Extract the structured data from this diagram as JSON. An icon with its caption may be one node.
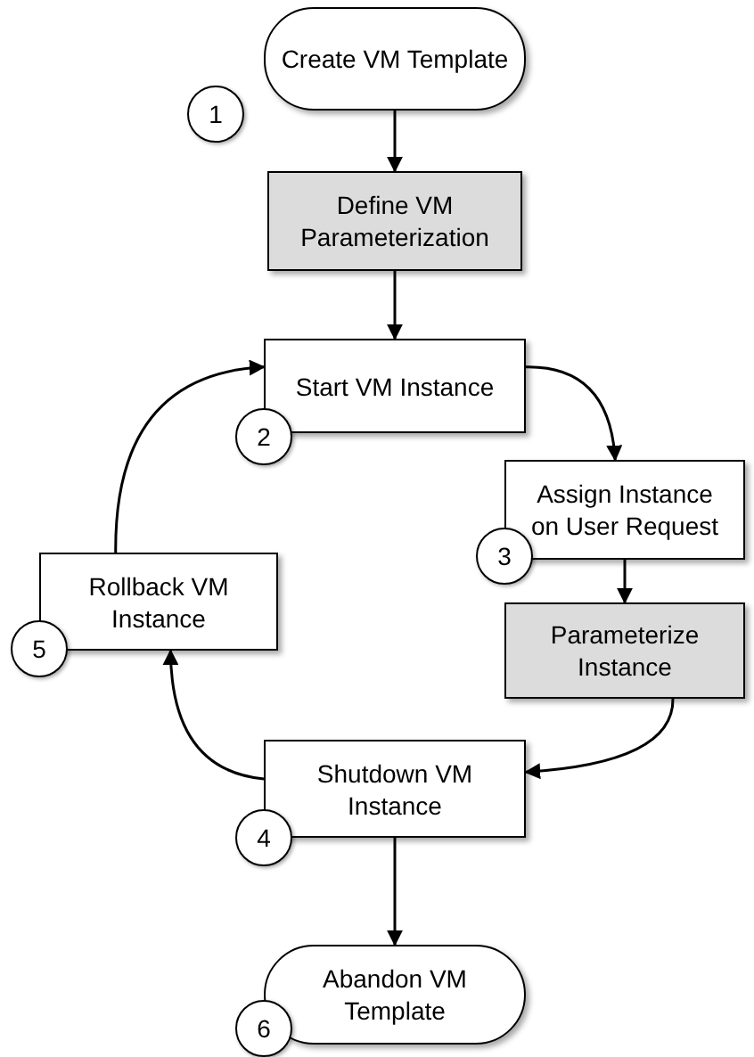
{
  "diagram": {
    "nodes": [
      {
        "text": [
          "Create VM Template"
        ],
        "beside": [
          "1"
        ]
      },
      {
        "text": [
          "Define VM Parameterization"
        ]
      },
      {
        "text": [
          "Start VM Instance"
        ],
        "beside": [
          "2"
        ]
      },
      {
        "text": [
          "Assign Instance on User Request"
        ],
        "beside": [
          "3"
        ]
      },
      {
        "text": [
          "Parameterize Instance"
        ]
      },
      {
        "text": [
          "Shutdown VM Instance"
        ],
        "beside": [
          "4"
        ]
      },
      {
        "text": [
          "Rollback VM Instance"
        ],
        "beside": [
          "5"
        ]
      },
      {
        "text": [
          "Abandon VM Template"
        ],
        "beside": [
          "6"
        ]
      }
    ],
    "edges": [
      {
        "from": 0,
        "to": 1,
        "arrow": "to"
      },
      {
        "from": 1,
        "to": 2,
        "arrow": "to"
      },
      {
        "from": 2,
        "to": 3,
        "arrow": "to"
      },
      {
        "from": 3,
        "to": 4,
        "arrow": "to"
      },
      {
        "from": 4,
        "to": 5,
        "arrow": "to"
      },
      {
        "from": 5,
        "to": 6,
        "arrow": "to"
      },
      {
        "from": 6,
        "to": 2,
        "arrow": "to"
      },
      {
        "from": 5,
        "to": 7,
        "arrow": "to"
      }
    ]
  }
}
